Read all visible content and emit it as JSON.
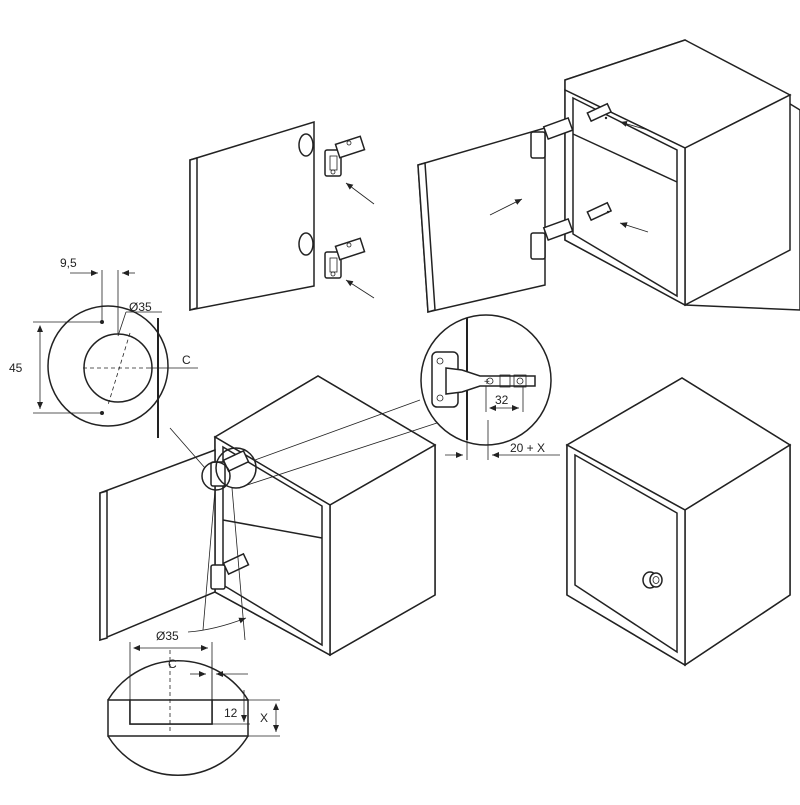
{
  "title": "",
  "dimensions": {
    "offset_9_5": "9,5",
    "cup_diameter_top": "Ø35",
    "spacing_45": "45",
    "distance_c_top": "C",
    "cup_diameter_bottom": "Ø35",
    "distance_c_bottom": "C",
    "depth_12": "12",
    "thickness_x": "X",
    "plate_32": "32",
    "offset_20_x": "20 + X"
  },
  "colors": {
    "line": "#222222",
    "background": "#ffffff"
  }
}
